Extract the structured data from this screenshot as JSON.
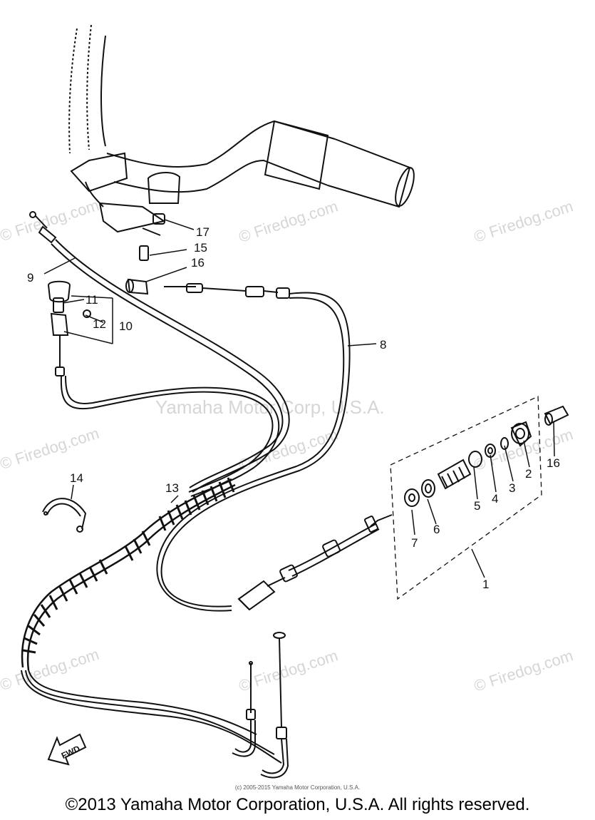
{
  "watermarks": {
    "firedog": "© Firedog.com",
    "yamaha": "Yamaha Motor Corp, U.S.A."
  },
  "labels": {
    "l1": "1",
    "l2": "2",
    "l3": "3",
    "l4": "4",
    "l5": "5",
    "l6": "6",
    "l7": "7",
    "l8": "8",
    "l9": "9",
    "l10": "10",
    "l11": "11",
    "l12": "12",
    "l13": "13",
    "l14": "14",
    "l15": "15",
    "l16a": "16",
    "l16b": "16",
    "l17": "17",
    "fwd": "FWD"
  },
  "footer": {
    "small_credit": "(c) 2005-2015 Yamaha Motor Corporation, U.S.A.",
    "copyright": "©2013 Yamaha Motor Corporation, U.S.A. All rights reserved."
  }
}
